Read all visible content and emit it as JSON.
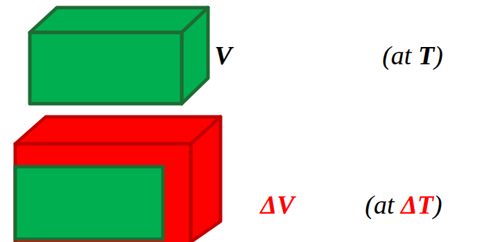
{
  "diagram": {
    "labels": [
      "V",
      "(at T)",
      "ΔV",
      "(at ΔT)"
    ]
  }
}
